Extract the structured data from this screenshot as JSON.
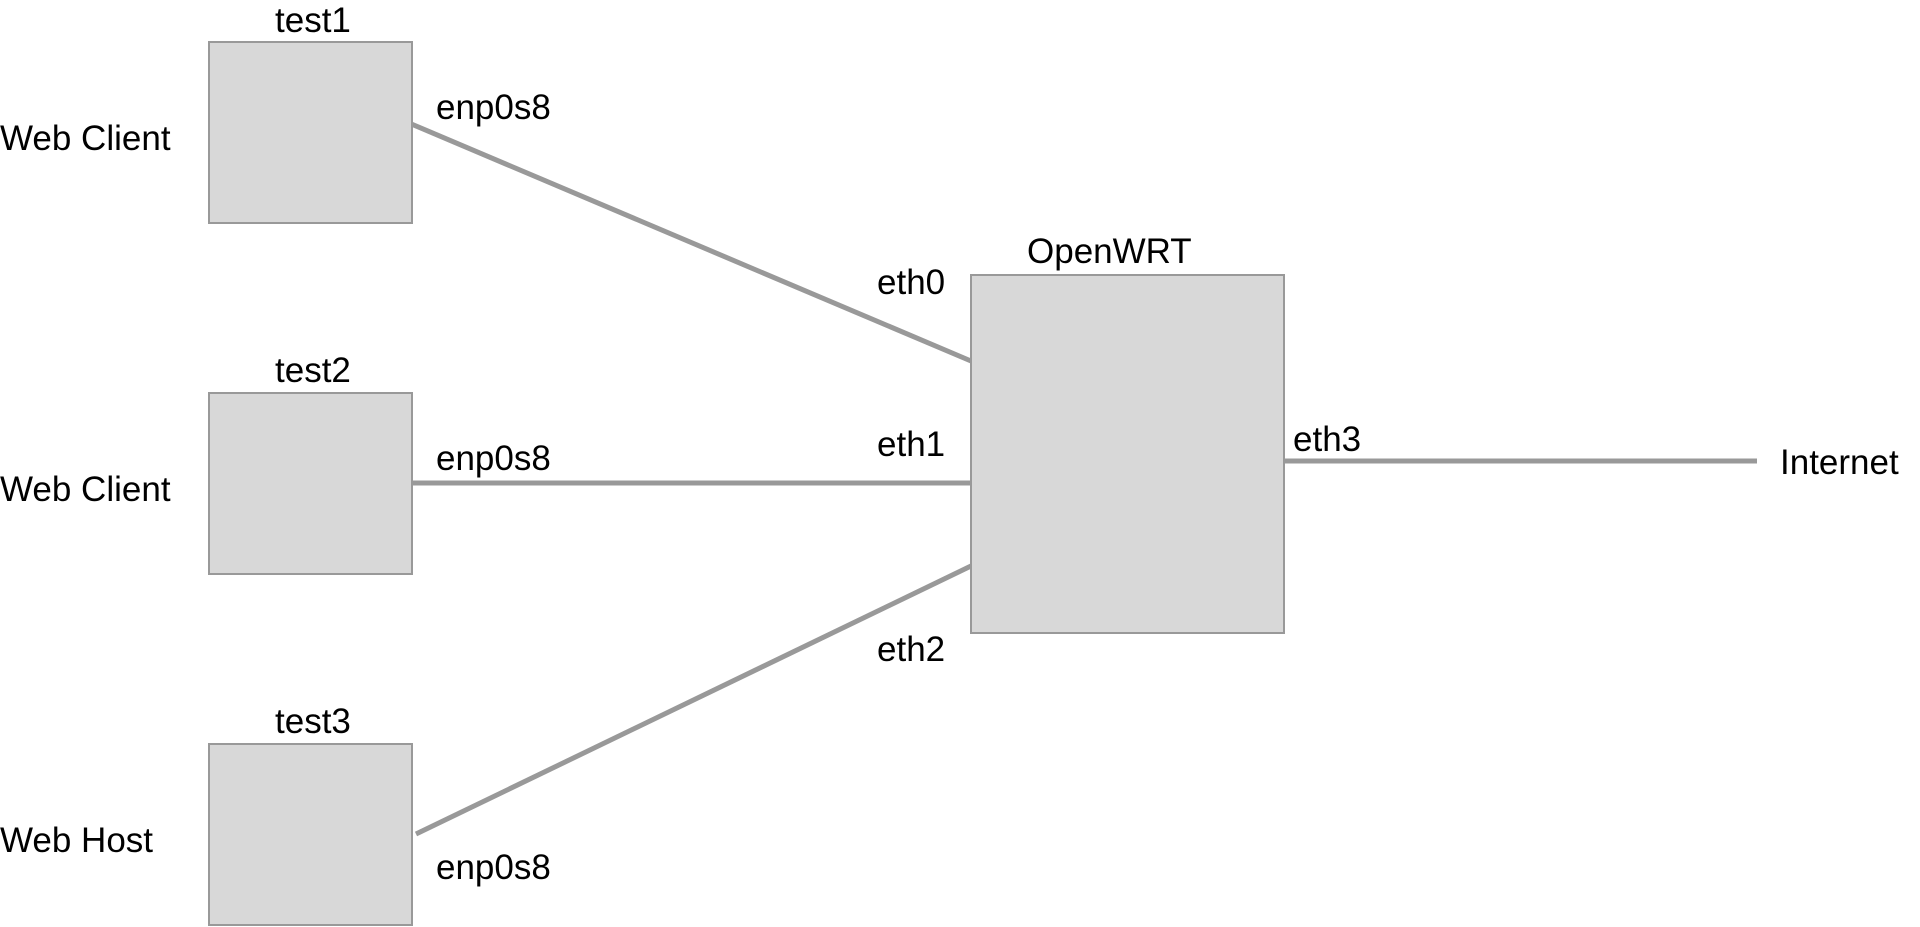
{
  "colors": {
    "box_fill": "#d8d8d8",
    "box_border": "#999999",
    "link": "#999999",
    "text": "#000000",
    "background": "#ffffff"
  },
  "hosts": [
    {
      "name": "test1",
      "role": "Web Client",
      "interface": "enp0s8"
    },
    {
      "name": "test2",
      "role": "Web Client",
      "interface": "enp0s8"
    },
    {
      "name": "test3",
      "role": "Web Host",
      "interface": "enp0s8"
    }
  ],
  "router": {
    "name": "OpenWRT",
    "interfaces": [
      "eth0",
      "eth1",
      "eth2",
      "eth3"
    ]
  },
  "external": {
    "label": "Internet"
  }
}
